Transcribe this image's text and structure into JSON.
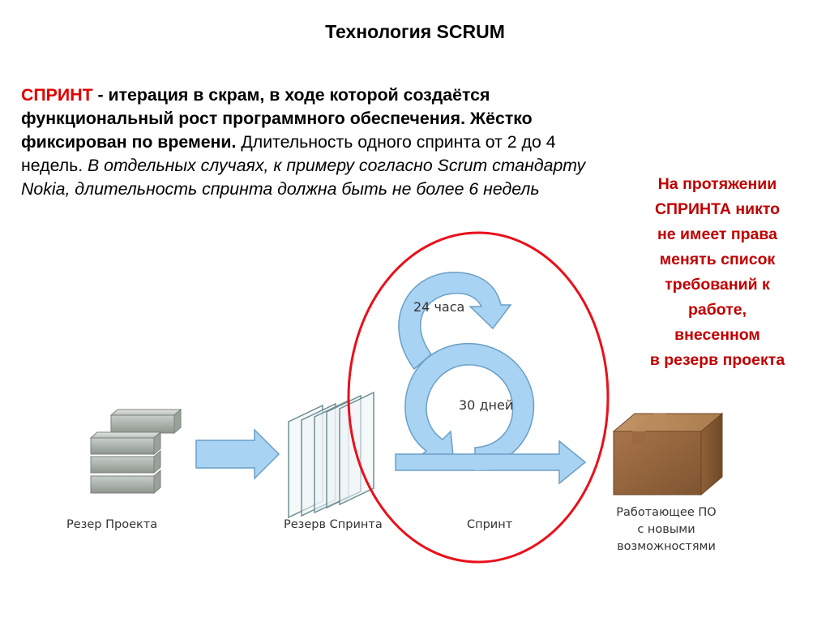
{
  "title": "Технология SCRUM",
  "definition": {
    "term": "СПРИНТ",
    "dash_text": " - итерация в скрам, в ходе которой создаётся функциональный рост программного обеспечения.",
    "fixed_text": " Жёстко фиксирован по времени.",
    "duration_text": " Длительность одного спринта от 2 до 4 недель.",
    "italic_text": " В отдельных случаях, к примеру согласно Scrum стандарту Nokia, длительность спринта должна быть не более 6 недель"
  },
  "side_note": {
    "lines": [
      "На протяжении",
      "СПРИНТА никто",
      "не имеет права",
      "менять список",
      "требований к",
      "работе,",
      "внесенном",
      "в резерв проекта"
    ]
  },
  "diagram": {
    "loop_small": "24 часа",
    "loop_big": "30 дней",
    "labels": {
      "project_backlog": "Резер Проекта",
      "sprint_backlog": "Резерв Спринта",
      "sprint": "Спринт",
      "product_line1": "Работающее ПО",
      "product_line2": "с новыми",
      "product_line3": "возможностями"
    }
  },
  "colors": {
    "term": "#e00000",
    "side_note": "#c00000",
    "highlight_ellipse": "#e8101a",
    "arrow_fill": "#a9d3f2",
    "arrow_stroke": "#6a9fc8",
    "block_fill": "#a0a8a0",
    "box_fill": "#b07a45"
  },
  "icons": [
    "highlight-ellipse",
    "backlog-blocks-icon",
    "sprint-pages-icon",
    "loop-arrow-icon",
    "product-box-icon"
  ]
}
